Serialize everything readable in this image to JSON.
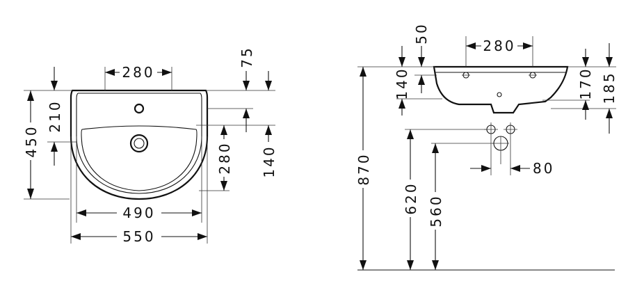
{
  "front_view": {
    "dim_top_hole_spacing": "280",
    "dim_tap_hole_from_top": "75",
    "dim_depth_210": "210",
    "dim_overall_depth": "450",
    "dim_basin_depth": "280",
    "dim_bowl_to_front": "140",
    "dim_inner_width": "490",
    "dim_overall_width": "550"
  },
  "side_view": {
    "dim_top_fixing_spacing": "280",
    "dim_rim_50": "50",
    "dim_rim_140": "140",
    "dim_height_170": "170",
    "dim_height_185": "185",
    "dim_mount_height": "870",
    "dim_supply_height": "620",
    "dim_waste_height": "560",
    "dim_supply_spacing": "80"
  }
}
